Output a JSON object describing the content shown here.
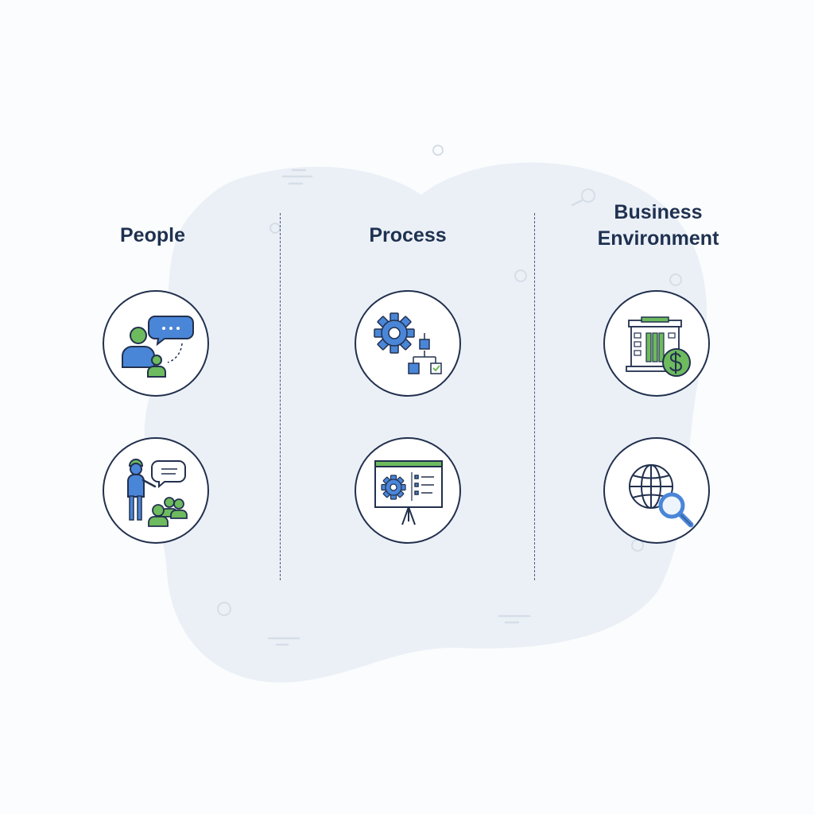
{
  "columns": [
    {
      "title": "People",
      "icons": [
        {
          "name": "person-chat-icon"
        },
        {
          "name": "presenter-audience-icon"
        }
      ]
    },
    {
      "title": "Process",
      "icons": [
        {
          "name": "gear-flowchart-icon"
        },
        {
          "name": "presentation-board-gear-icon"
        }
      ]
    },
    {
      "title": "Business\nEnvironment",
      "icons": [
        {
          "name": "bank-building-dollar-icon"
        },
        {
          "name": "globe-search-icon"
        }
      ]
    }
  ],
  "colors": {
    "blue": "#4a86d8",
    "green": "#6dbb5e",
    "navy": "#22304e",
    "blob": "#ebf0f7"
  }
}
